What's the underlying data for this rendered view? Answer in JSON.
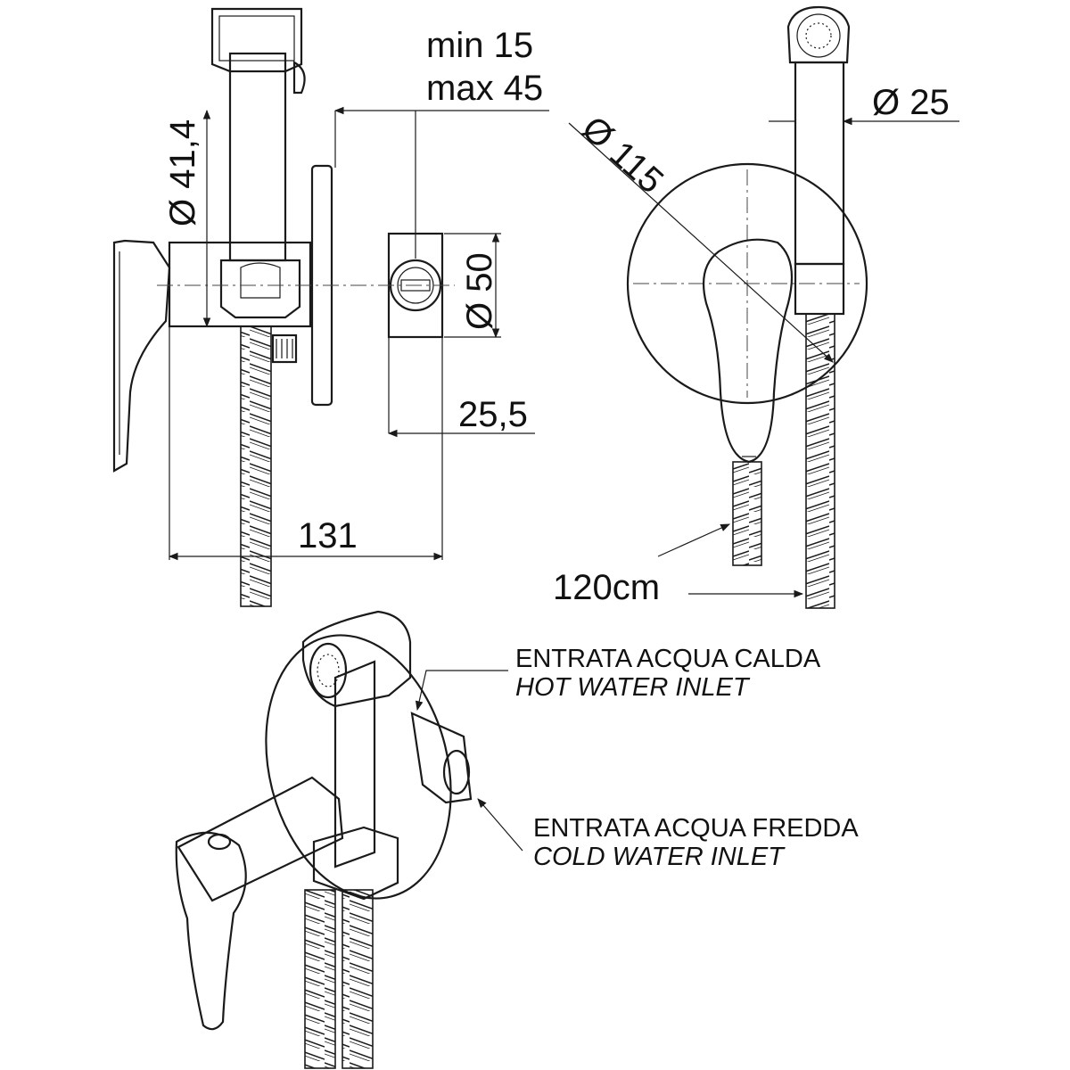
{
  "dimensions": {
    "depth_adjust_min": "min 15",
    "depth_adjust_max": "max 45",
    "handshower_diameter": "Ø 41,4",
    "body_diameter": "Ø 50",
    "inlet_offset": "25,5",
    "total_depth": "131",
    "plate_diameter": "Ø 115",
    "spray_diameter": "Ø 25",
    "hose_length": "120cm"
  },
  "labels": {
    "hot_inlet_it": "ENTRATA ACQUA CALDA",
    "hot_inlet_en": "HOT WATER INLET",
    "cold_inlet_it": "ENTRATA ACQUA FREDDA",
    "cold_inlet_en": "COLD WATER INLET"
  }
}
